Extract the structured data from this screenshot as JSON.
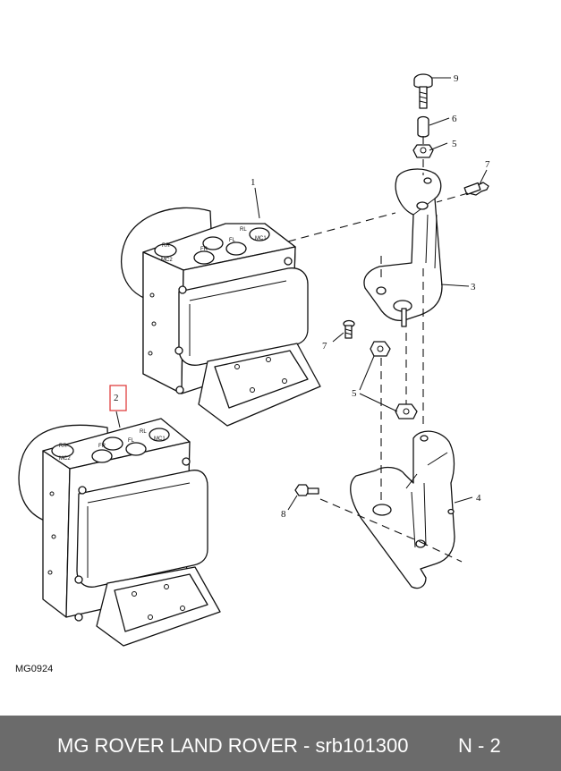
{
  "diagram": {
    "drawing_code": "MG0924",
    "callouts": {
      "c1": "1",
      "c2": "2",
      "c3": "3",
      "c4": "4",
      "c5a": "5",
      "c5b": "5",
      "c6": "6",
      "c7a": "7",
      "c7b": "7",
      "c8": "8",
      "c9": "9"
    },
    "unit_labels": {
      "rr": "RR",
      "fr": "FR",
      "fl": "FL",
      "mc1": "MC1",
      "mc2": "MC2",
      "rl": "RL"
    },
    "highlight_color": "#e04040"
  },
  "footer": {
    "title": "MG ROVER LAND ROVER - srb101300",
    "page": "N - 2",
    "background": "#6b6b6b"
  }
}
